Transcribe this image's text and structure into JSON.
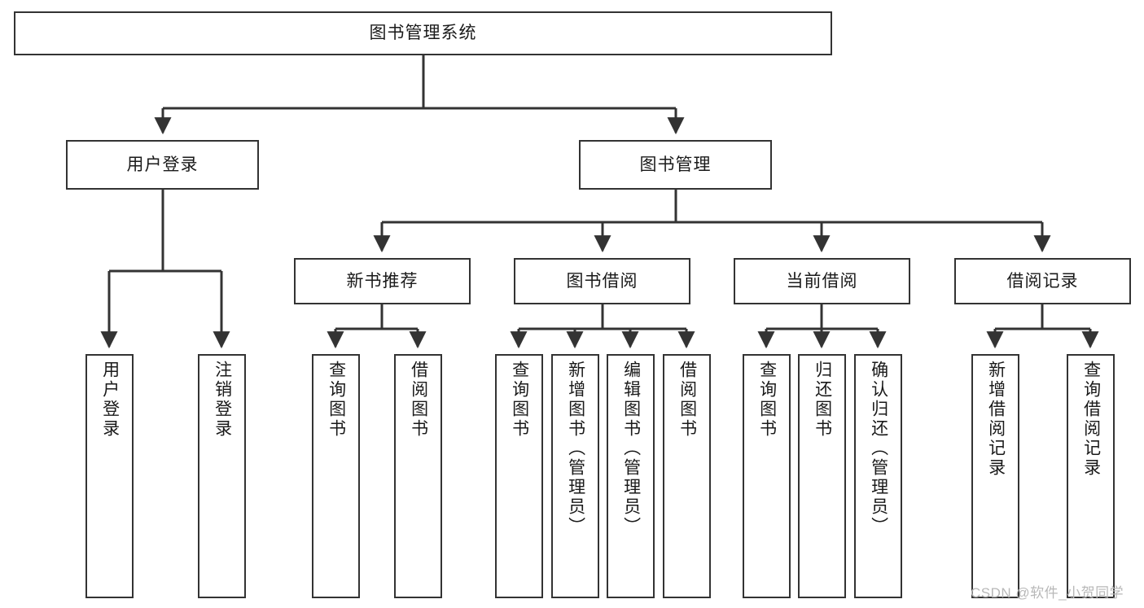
{
  "diagram": {
    "title": "图书管理系统",
    "type": "tree",
    "orientation": "top-down",
    "colors": {
      "node_border": "#333333",
      "node_fill": "#ffffff",
      "edge": "#333333",
      "text": "#1a1a1a",
      "watermark": "#b8b8b8"
    },
    "levels": {
      "root": {
        "label": "图书管理系统"
      },
      "level1": [
        {
          "id": "user-login",
          "label": "用户登录"
        },
        {
          "id": "book-management",
          "label": "图书管理"
        }
      ],
      "level2": [
        {
          "id": "new-book-recommend",
          "label": "新书推荐",
          "parent": "book-management"
        },
        {
          "id": "book-borrow",
          "label": "图书借阅",
          "parent": "book-management"
        },
        {
          "id": "current-borrow",
          "label": "当前借阅",
          "parent": "book-management"
        },
        {
          "id": "borrow-record",
          "label": "借阅记录",
          "parent": "book-management"
        }
      ],
      "leaves": [
        {
          "id": "leaf-user-login",
          "label": "用户登录",
          "parent": "user-login"
        },
        {
          "id": "leaf-logout-login",
          "label": "注销登录",
          "parent": "user-login"
        },
        {
          "id": "leaf-query-book-1",
          "label": "查询图书",
          "parent": "new-book-recommend"
        },
        {
          "id": "leaf-borrow-book-1",
          "label": "借阅图书",
          "parent": "new-book-recommend"
        },
        {
          "id": "leaf-query-book-2",
          "label": "查询图书",
          "parent": "book-borrow"
        },
        {
          "id": "leaf-add-book",
          "label": "新增图书（管理员）",
          "parent": "book-borrow"
        },
        {
          "id": "leaf-edit-book",
          "label": "编辑图书（管理员）",
          "parent": "book-borrow"
        },
        {
          "id": "leaf-borrow-book-2",
          "label": "借阅图书",
          "parent": "book-borrow"
        },
        {
          "id": "leaf-query-book-3",
          "label": "查询图书",
          "parent": "current-borrow"
        },
        {
          "id": "leaf-return-book",
          "label": "归还图书",
          "parent": "current-borrow"
        },
        {
          "id": "leaf-confirm-return",
          "label": "确认归还（管理员）",
          "parent": "current-borrow"
        },
        {
          "id": "leaf-add-record",
          "label": "新增借阅记录",
          "parent": "borrow-record"
        },
        {
          "id": "leaf-query-record",
          "label": "查询借阅记录",
          "parent": "borrow-record"
        }
      ]
    }
  },
  "watermark": {
    "text": "CSDN @软件_小贺同学"
  }
}
